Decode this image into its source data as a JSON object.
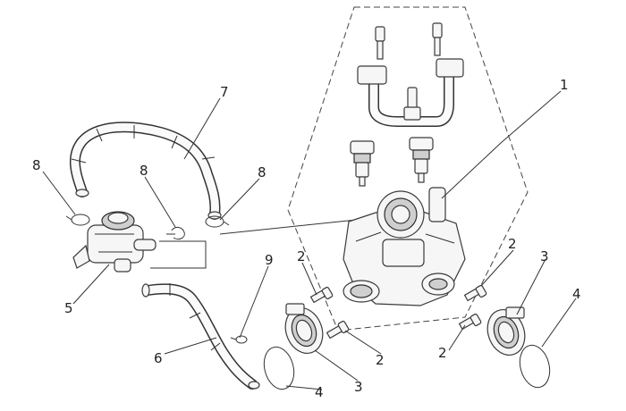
{
  "callouts": {
    "c1": "1",
    "c2a": "2",
    "c2b": "2",
    "c2c": "2",
    "c2d": "2",
    "c3a": "3",
    "c3b": "3",
    "c4a": "4",
    "c4b": "4",
    "c5": "5",
    "c6": "6",
    "c7": "7",
    "c8a": "8",
    "c8b": "8",
    "c8c": "8",
    "c9": "9"
  }
}
